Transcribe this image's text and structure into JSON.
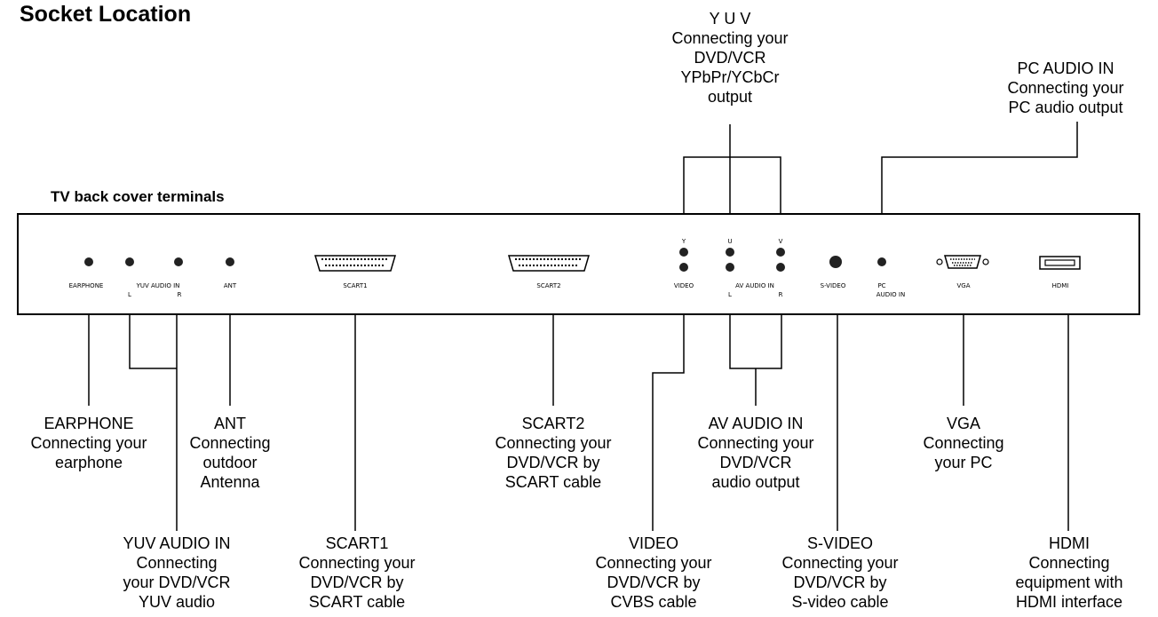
{
  "title": "Socket Location",
  "subtitle": "TV back cover terminals",
  "panel_labels": {
    "earphone": "EARPHONE",
    "yuv_audio_in": "YUV AUDIO IN",
    "yuv_l": "L",
    "yuv_r": "R",
    "ant": "ANT",
    "scart1": "SCART1",
    "scart2": "SCART2",
    "y": "Y",
    "u": "U",
    "v": "V",
    "video": "VIDEO",
    "av_audio_in": "AV AUDIO IN",
    "av_l": "L",
    "av_r": "R",
    "s_video": "S-VIDEO",
    "pc": "PC",
    "audio_in": "AUDIO IN",
    "vga": "VGA",
    "hdmi": "HDMI"
  },
  "callouts": {
    "yuv": [
      "Y U V",
      "Connecting your",
      "DVD/VCR",
      "YPbPr/YCbCr",
      "output"
    ],
    "pc_audio": [
      "PC AUDIO IN",
      "Connecting your",
      "PC audio output"
    ],
    "earphone": [
      "EARPHONE",
      "Connecting your",
      "earphone"
    ],
    "ant": [
      "ANT",
      "Connecting",
      "outdoor",
      "Antenna"
    ],
    "scart2": [
      "SCART2",
      "Connecting your",
      "DVD/VCR by",
      "SCART cable"
    ],
    "av_audio": [
      "AV AUDIO IN",
      "Connecting your",
      "DVD/VCR",
      "audio output"
    ],
    "vga": [
      "VGA",
      "Connecting",
      "your PC"
    ],
    "yuv_audio": [
      "YUV AUDIO IN",
      "Connecting",
      "your DVD/VCR",
      "YUV audio"
    ],
    "scart1": [
      "SCART1",
      "Connecting your",
      "DVD/VCR by",
      "SCART cable"
    ],
    "video": [
      "VIDEO",
      "Connecting your",
      "DVD/VCR by",
      "CVBS cable"
    ],
    "s_video": [
      "S-VIDEO",
      "Connecting your",
      "DVD/VCR by",
      "S-video cable"
    ],
    "hdmi": [
      "HDMI",
      "Connecting",
      "equipment with",
      "HDMI interface"
    ]
  }
}
